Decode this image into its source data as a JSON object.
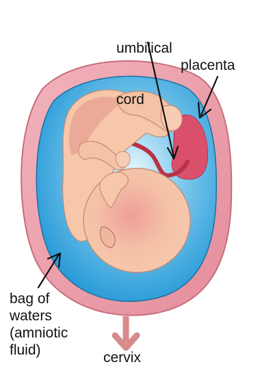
{
  "labels": {
    "umbilical_cord": [
      "umbilical",
      "cord"
    ],
    "placenta": "placenta",
    "bag_of_waters": [
      "bag of",
      "waters",
      "(amniotic",
      "fluid)"
    ],
    "cervix": "cervix"
  },
  "colors": {
    "uterus_wall": "#e79aa6",
    "uterus_rim": "#c86c7c",
    "amniotic_fluid": "#2a9bd8",
    "fluid_highlight": "#d7f0fb",
    "fetus_skin": "#f6c7a9",
    "fetus_shade": "#e29a8c",
    "placenta": "#d94f6c",
    "cord": "#b83245",
    "cervix_arrow": "#d78a8c",
    "outline": "#1a1a1a"
  }
}
